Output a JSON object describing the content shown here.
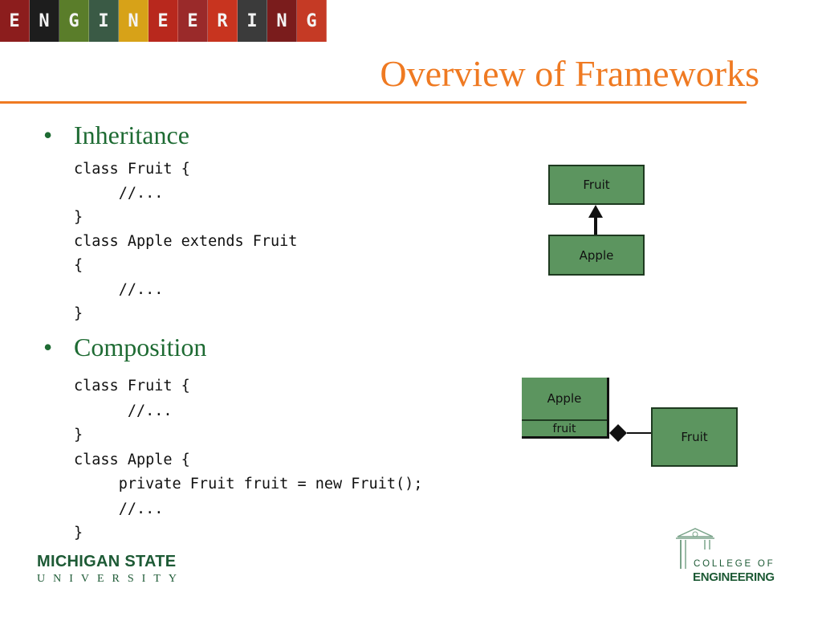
{
  "banner": {
    "letters": [
      "E",
      "N",
      "G",
      "I",
      "N",
      "E",
      "E",
      "R",
      "I",
      "N",
      "G"
    ],
    "colors": [
      "#8c1d1d",
      "#1d1d1d",
      "#5a7d2a",
      "#3a5a45",
      "#d7a218",
      "#b8281d",
      "#9a2a2a",
      "#c8341f",
      "#3b3b3b",
      "#7a1c1c",
      "#c53a25"
    ]
  },
  "title": "Overview of Frameworks",
  "accent_color": "#ef7a22",
  "sections": [
    {
      "bullet": "Inheritance",
      "code": [
        "class Fruit {",
        "     //...",
        "}",
        "class Apple extends Fruit",
        "{",
        "     //...",
        "}"
      ]
    },
    {
      "bullet": "Composition",
      "code": [
        "class Fruit {",
        "      //...",
        "}",
        "class Apple {",
        "     private Fruit fruit = new Fruit();",
        "     //...",
        "}"
      ]
    }
  ],
  "diagram_inheritance": {
    "parent": "Fruit",
    "child": "Apple"
  },
  "diagram_composition": {
    "owner": "Apple",
    "attribute": "fruit",
    "part": "Fruit"
  },
  "footer": {
    "msu_line1": "MICHIGAN STATE",
    "msu_line2": "UNIVERSITY",
    "coe_line1": "COLLEGE OF",
    "coe_line2": "ENGINEERING"
  }
}
